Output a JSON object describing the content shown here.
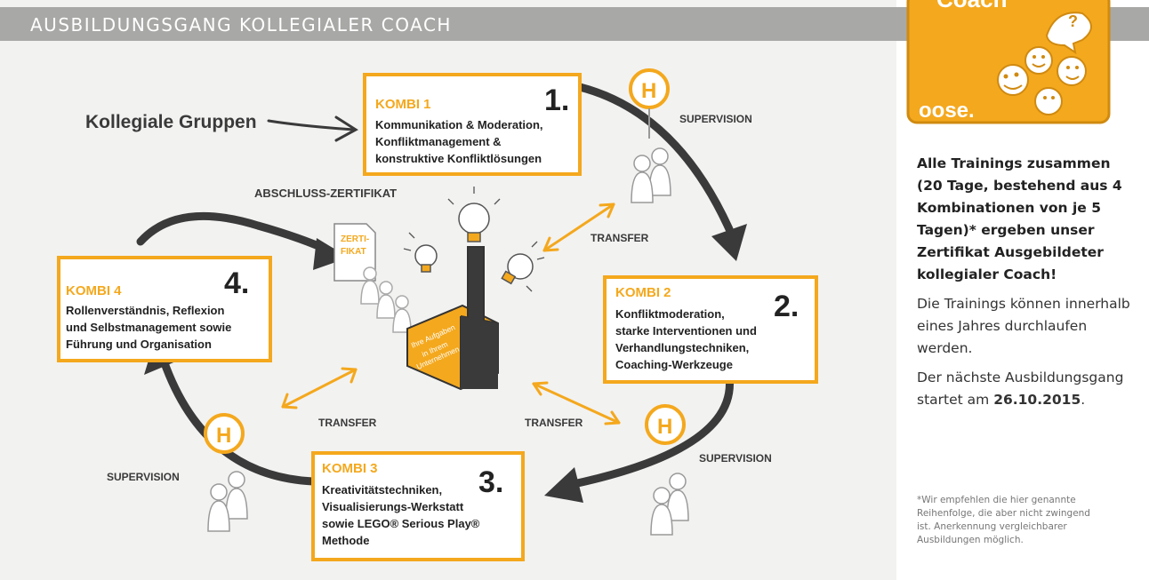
{
  "header": {
    "title": "AUSBILDUNGSGANG KOLLEGIALER COACH"
  },
  "badge": {
    "title": "Coach",
    "brand": "oose."
  },
  "diagram": {
    "entry_label": "Kollegiale Gruppen",
    "certificate_label": "ABSCHLUSS-ZERTIFIKAT",
    "certificate_doc": [
      "ZERTI-",
      "FIKAT"
    ],
    "box_text": [
      "Ihre Aufgaben",
      "in Ihrem",
      "Unternehmen"
    ],
    "supervision_label": "SUPERVISION",
    "supervision_letter": "H",
    "transfer_label": "TRANSFER",
    "kombis": [
      {
        "title": "KOMBI 1",
        "number": "1.",
        "lines": [
          "Kommunikation & Moderation,",
          "Konfliktmanagement &",
          "konstruktive Konfliktlösungen"
        ]
      },
      {
        "title": "KOMBI 2",
        "number": "2.",
        "lines": [
          "Konfliktmoderation,",
          "starke Interventionen und",
          "Verhandlungstechniken,",
          "Coaching-Werkzeuge"
        ]
      },
      {
        "title": "KOMBI 3",
        "number": "3.",
        "lines": [
          "Kreativitätstechniken,",
          "Visualisierungs-Werkstatt",
          "sowie LEGO® Serious Play®",
          "Methode"
        ]
      },
      {
        "title": "KOMBI 4",
        "number": "4.",
        "lines": [
          "Rollenverständnis, Reflexion",
          "und Selbstmanagement sowie",
          "Führung und Organisation"
        ]
      }
    ]
  },
  "sidebar": {
    "summary": "Alle Trainings zusammen (20 Tage, bestehend aus 4 Kombinationen von je 5 Tagen)* ergeben unser Zertifikat Ausgebildeter kollegialer Coach!",
    "para1": "Die Trainings können innerhalb eines Jahres durchlaufen werden.",
    "para2_prefix": "Der nächste Ausbildungsgang startet am",
    "para2_date": "26.10.2015",
    "para2_suffix": ".",
    "footnote": "*Wir empfehlen die hier genannte Reihenfolge, die aber nicht zwingend ist. Anerkennung vergleichbarer Ausbildungen möglich."
  },
  "colors": {
    "accent": "#f4a81d",
    "dark": "#3a3a3a",
    "header": "#a8a8a6",
    "panel": "#f2f2f1"
  }
}
